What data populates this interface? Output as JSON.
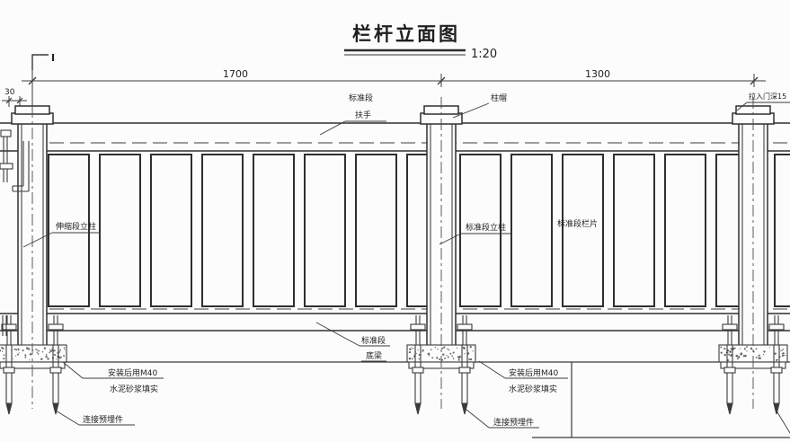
{
  "title": {
    "text": "栏杆立面图",
    "scale": "1:20"
  },
  "section_marker": {
    "label": "I"
  },
  "dimensions": {
    "left_span": "1700",
    "right_span": "1300",
    "left_offset": "30"
  },
  "labels": {
    "handrail_l1": "标准段",
    "handrail_l2": "扶手",
    "post_cap": "柱帽",
    "insert_depth": "拉入门深15",
    "expansion_post": "伸缩段立柱",
    "standard_post": "标准段立柱",
    "standard_panel": "标准段栏片",
    "bottom_beam_l1": "标准段",
    "bottom_beam_l2": "底梁",
    "grout_left_l1": "安装后用M40",
    "grout_left_l2": "水泥砂浆填实",
    "embed_left": "连接预埋件",
    "grout_mid_l1": "安装后用M40",
    "grout_mid_l2": "水泥砂浆填实",
    "embed_mid": "连接预埋件"
  },
  "colors": {
    "line": "#3b3b3b",
    "background": "#fcfcfc"
  }
}
